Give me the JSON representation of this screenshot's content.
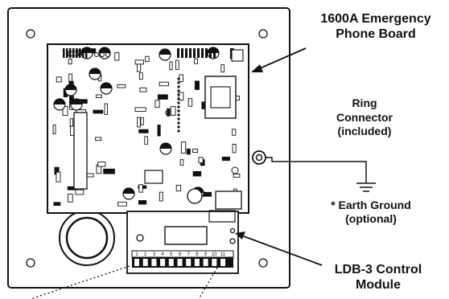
{
  "labels": {
    "phone_board": [
      "1600A Emergency",
      "Phone Board"
    ],
    "ring_connector": [
      "Ring",
      "Connector",
      "(included)"
    ],
    "earth_ground": [
      "* Earth Ground",
      "(optional)"
    ],
    "ldb_module": [
      "LDB-3 Control",
      "Module"
    ]
  },
  "terminal_numbers": [
    "1",
    "2",
    "3",
    "4",
    "5",
    "6",
    "7",
    "8",
    "9",
    "10",
    "11"
  ],
  "colors": {
    "stroke": "#111111",
    "background": "#ffffff"
  }
}
